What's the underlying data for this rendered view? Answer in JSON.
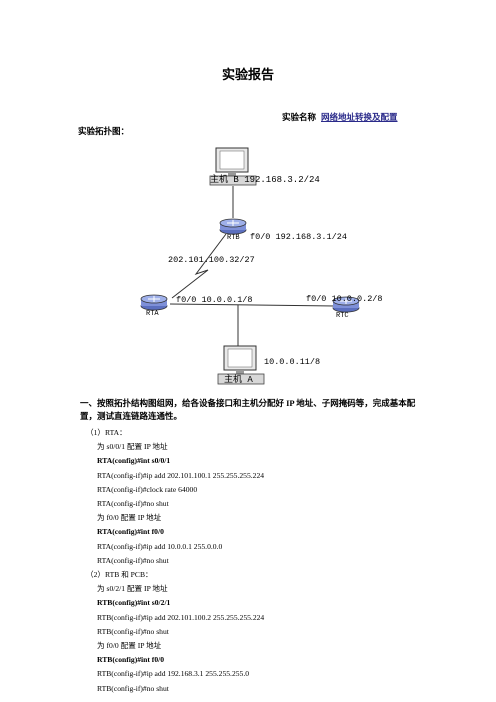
{
  "report": {
    "title": "实验报告",
    "experiment_name_label": "实验名称",
    "experiment_name": "网络地址转换及配置",
    "topology_label": "实验拓扑图："
  },
  "topology": {
    "host_b": "主机 B 192.168.3.2/24",
    "rtb": "RTB",
    "rtb_iface": "f0/0 192.168.3.1/24",
    "serial_net": "202.101.100.32/27",
    "rta": "RTA",
    "rta_iface": "f0/0 10.0.0.1/8",
    "rtc_iface": "f0/0 10.0.0.2/8",
    "rtc": "RTC",
    "host_a_ip": "10.0.0.11/8",
    "host_a": "主机 A"
  },
  "section1": {
    "title": "一、按照拓扑结构图组网，给各设备接口和主机分配好 IP 地址、子网掩码等，完成基本配置，测试直连链路连通性。",
    "items": [
      {
        "t": "（1）RTA：",
        "b": false,
        "indent": 0
      },
      {
        "t": "为 s0/0/1 配置 IP 地址",
        "b": false,
        "indent": 1
      },
      {
        "t": "RTA(config)#int s0/0/1",
        "b": true,
        "indent": 1
      },
      {
        "t": "RTA(config-if)#ip add 202.101.100.1 255.255.255.224",
        "b": false,
        "indent": 1
      },
      {
        "t": "RTA(config-if)#clock rate 64000",
        "b": false,
        "indent": 1
      },
      {
        "t": "RTA(config-if)#no shut",
        "b": false,
        "indent": 1
      },
      {
        "t": "为 f0/0 配置 IP 地址",
        "b": false,
        "indent": 1
      },
      {
        "t": "RTA(config)#int f0/0",
        "b": true,
        "indent": 1
      },
      {
        "t": "RTA(config-if)#ip add 10.0.0.1 255.0.0.0",
        "b": false,
        "indent": 1
      },
      {
        "t": "RTA(config-if)#no shut",
        "b": false,
        "indent": 1
      },
      {
        "t": "（2）RTB 和 PCB：",
        "b": false,
        "indent": 0
      },
      {
        "t": "为 s0/2/1 配置 IP 地址",
        "b": false,
        "indent": 1
      },
      {
        "t": "RTB(config)#int s0/2/1",
        "b": true,
        "indent": 1
      },
      {
        "t": "RTB(config-if)#ip add 202.101.100.2 255.255.255.224",
        "b": false,
        "indent": 1
      },
      {
        "t": "RTB(config-if)#no shut",
        "b": false,
        "indent": 1
      },
      {
        "t": "为 f0/0 配置 IP 地址",
        "b": false,
        "indent": 1
      },
      {
        "t": "RTB(config)#int f0/0",
        "b": true,
        "indent": 1
      },
      {
        "t": "RTB(config-if)#ip add 192.168.3.1 255.255.255.0",
        "b": false,
        "indent": 1
      },
      {
        "t": "RTB(config-if)#no shut",
        "b": false,
        "indent": 1
      }
    ]
  }
}
